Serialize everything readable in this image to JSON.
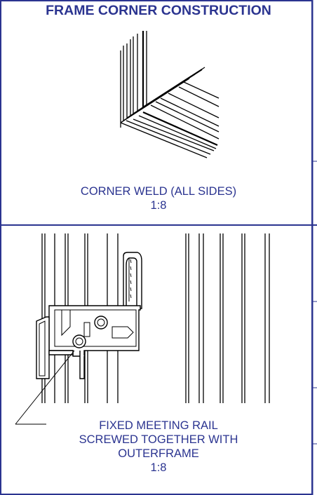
{
  "title": "FRAME CORNER CONSTRUCTION",
  "panel1": {
    "caption": "CORNER WELD (ALL SIDES)",
    "scale": "1:8"
  },
  "panel2": {
    "caption_lines": [
      "FIXED MEETING RAIL",
      "SCREWED TOGETHER WITH",
      "OUTERFRAME"
    ],
    "scale": "1:8"
  },
  "colors": {
    "text": "#2b3490",
    "border": "#2b3490",
    "drawing": "#000000"
  }
}
